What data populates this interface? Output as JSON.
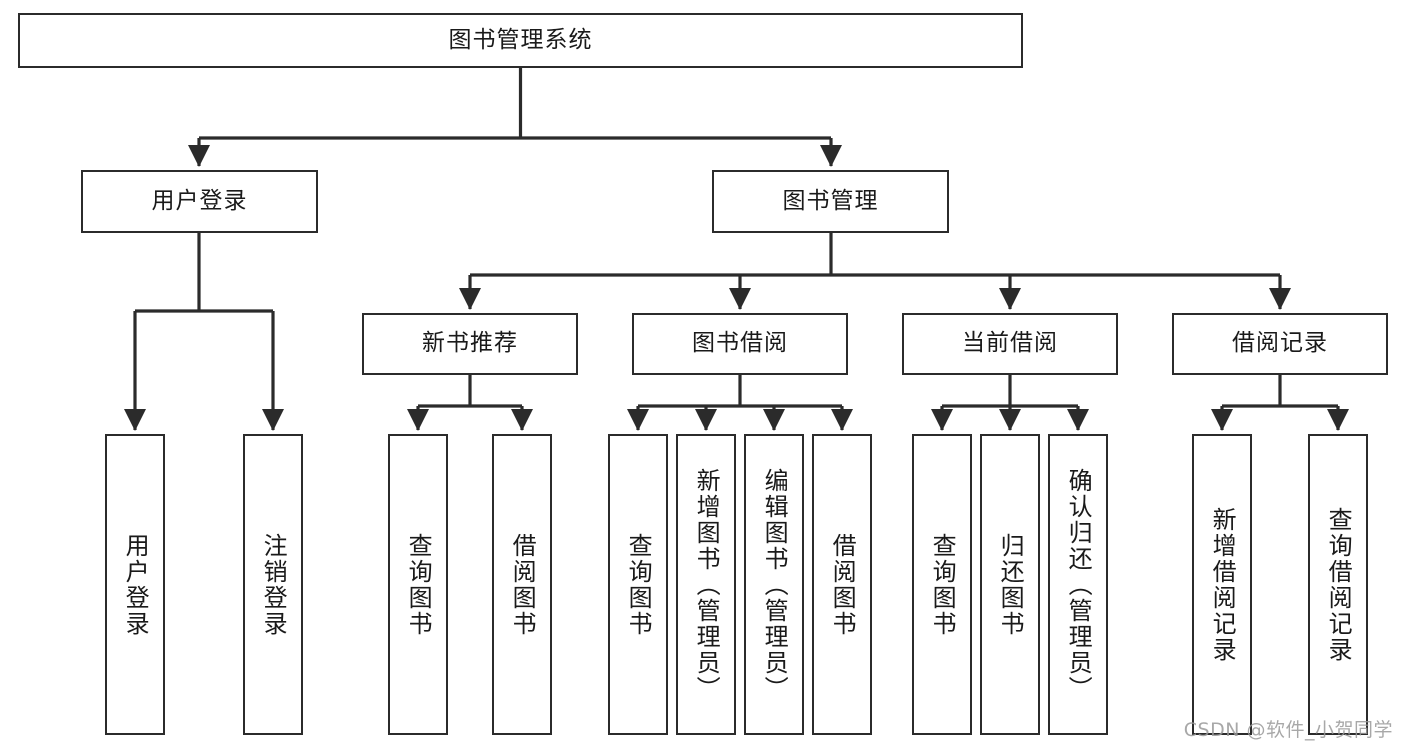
{
  "diagram": {
    "title": "图书管理系统",
    "type": "tree",
    "stroke_color": "#2b2b2b",
    "text_color": "#1a1a1a",
    "background_color": "#ffffff",
    "root": {
      "id": "root",
      "label": "图书管理系统"
    },
    "level2": [
      {
        "id": "user-login",
        "label": "用户登录"
      },
      {
        "id": "book-manage",
        "label": "图书管理"
      }
    ],
    "level3": [
      {
        "id": "new-book-rec",
        "label": "新书推荐"
      },
      {
        "id": "book-borrow",
        "label": "图书借阅"
      },
      {
        "id": "current-borrow",
        "label": "当前借阅"
      },
      {
        "id": "borrow-record",
        "label": "借阅记录"
      }
    ],
    "leaves": [
      {
        "id": "leaf-user-login",
        "label": "用户登录",
        "parent": "user-login"
      },
      {
        "id": "leaf-user-logout",
        "label": "注销登录",
        "parent": "user-login"
      },
      {
        "id": "leaf-query-book-1",
        "label": "查询图书",
        "parent": "new-book-rec"
      },
      {
        "id": "leaf-borrow-book-1",
        "label": "借阅图书",
        "parent": "new-book-rec"
      },
      {
        "id": "leaf-query-book-2",
        "label": "查询图书",
        "parent": "book-borrow"
      },
      {
        "id": "leaf-add-book",
        "label": "新增图书（管理员）",
        "parent": "book-borrow"
      },
      {
        "id": "leaf-edit-book",
        "label": "编辑图书（管理员）",
        "parent": "book-borrow"
      },
      {
        "id": "leaf-borrow-book-2",
        "label": "借阅图书",
        "parent": "book-borrow"
      },
      {
        "id": "leaf-query-book-3",
        "label": "查询图书",
        "parent": "current-borrow"
      },
      {
        "id": "leaf-return-book",
        "label": "归还图书",
        "parent": "current-borrow"
      },
      {
        "id": "leaf-confirm-return",
        "label": "确认归还（管理员）",
        "parent": "current-borrow"
      },
      {
        "id": "leaf-add-record",
        "label": "新增借阅记录",
        "parent": "borrow-record"
      },
      {
        "id": "leaf-query-record",
        "label": "查询借阅记录",
        "parent": "borrow-record"
      }
    ]
  },
  "watermark": {
    "text": "CSDN @软件_小贺同学"
  }
}
